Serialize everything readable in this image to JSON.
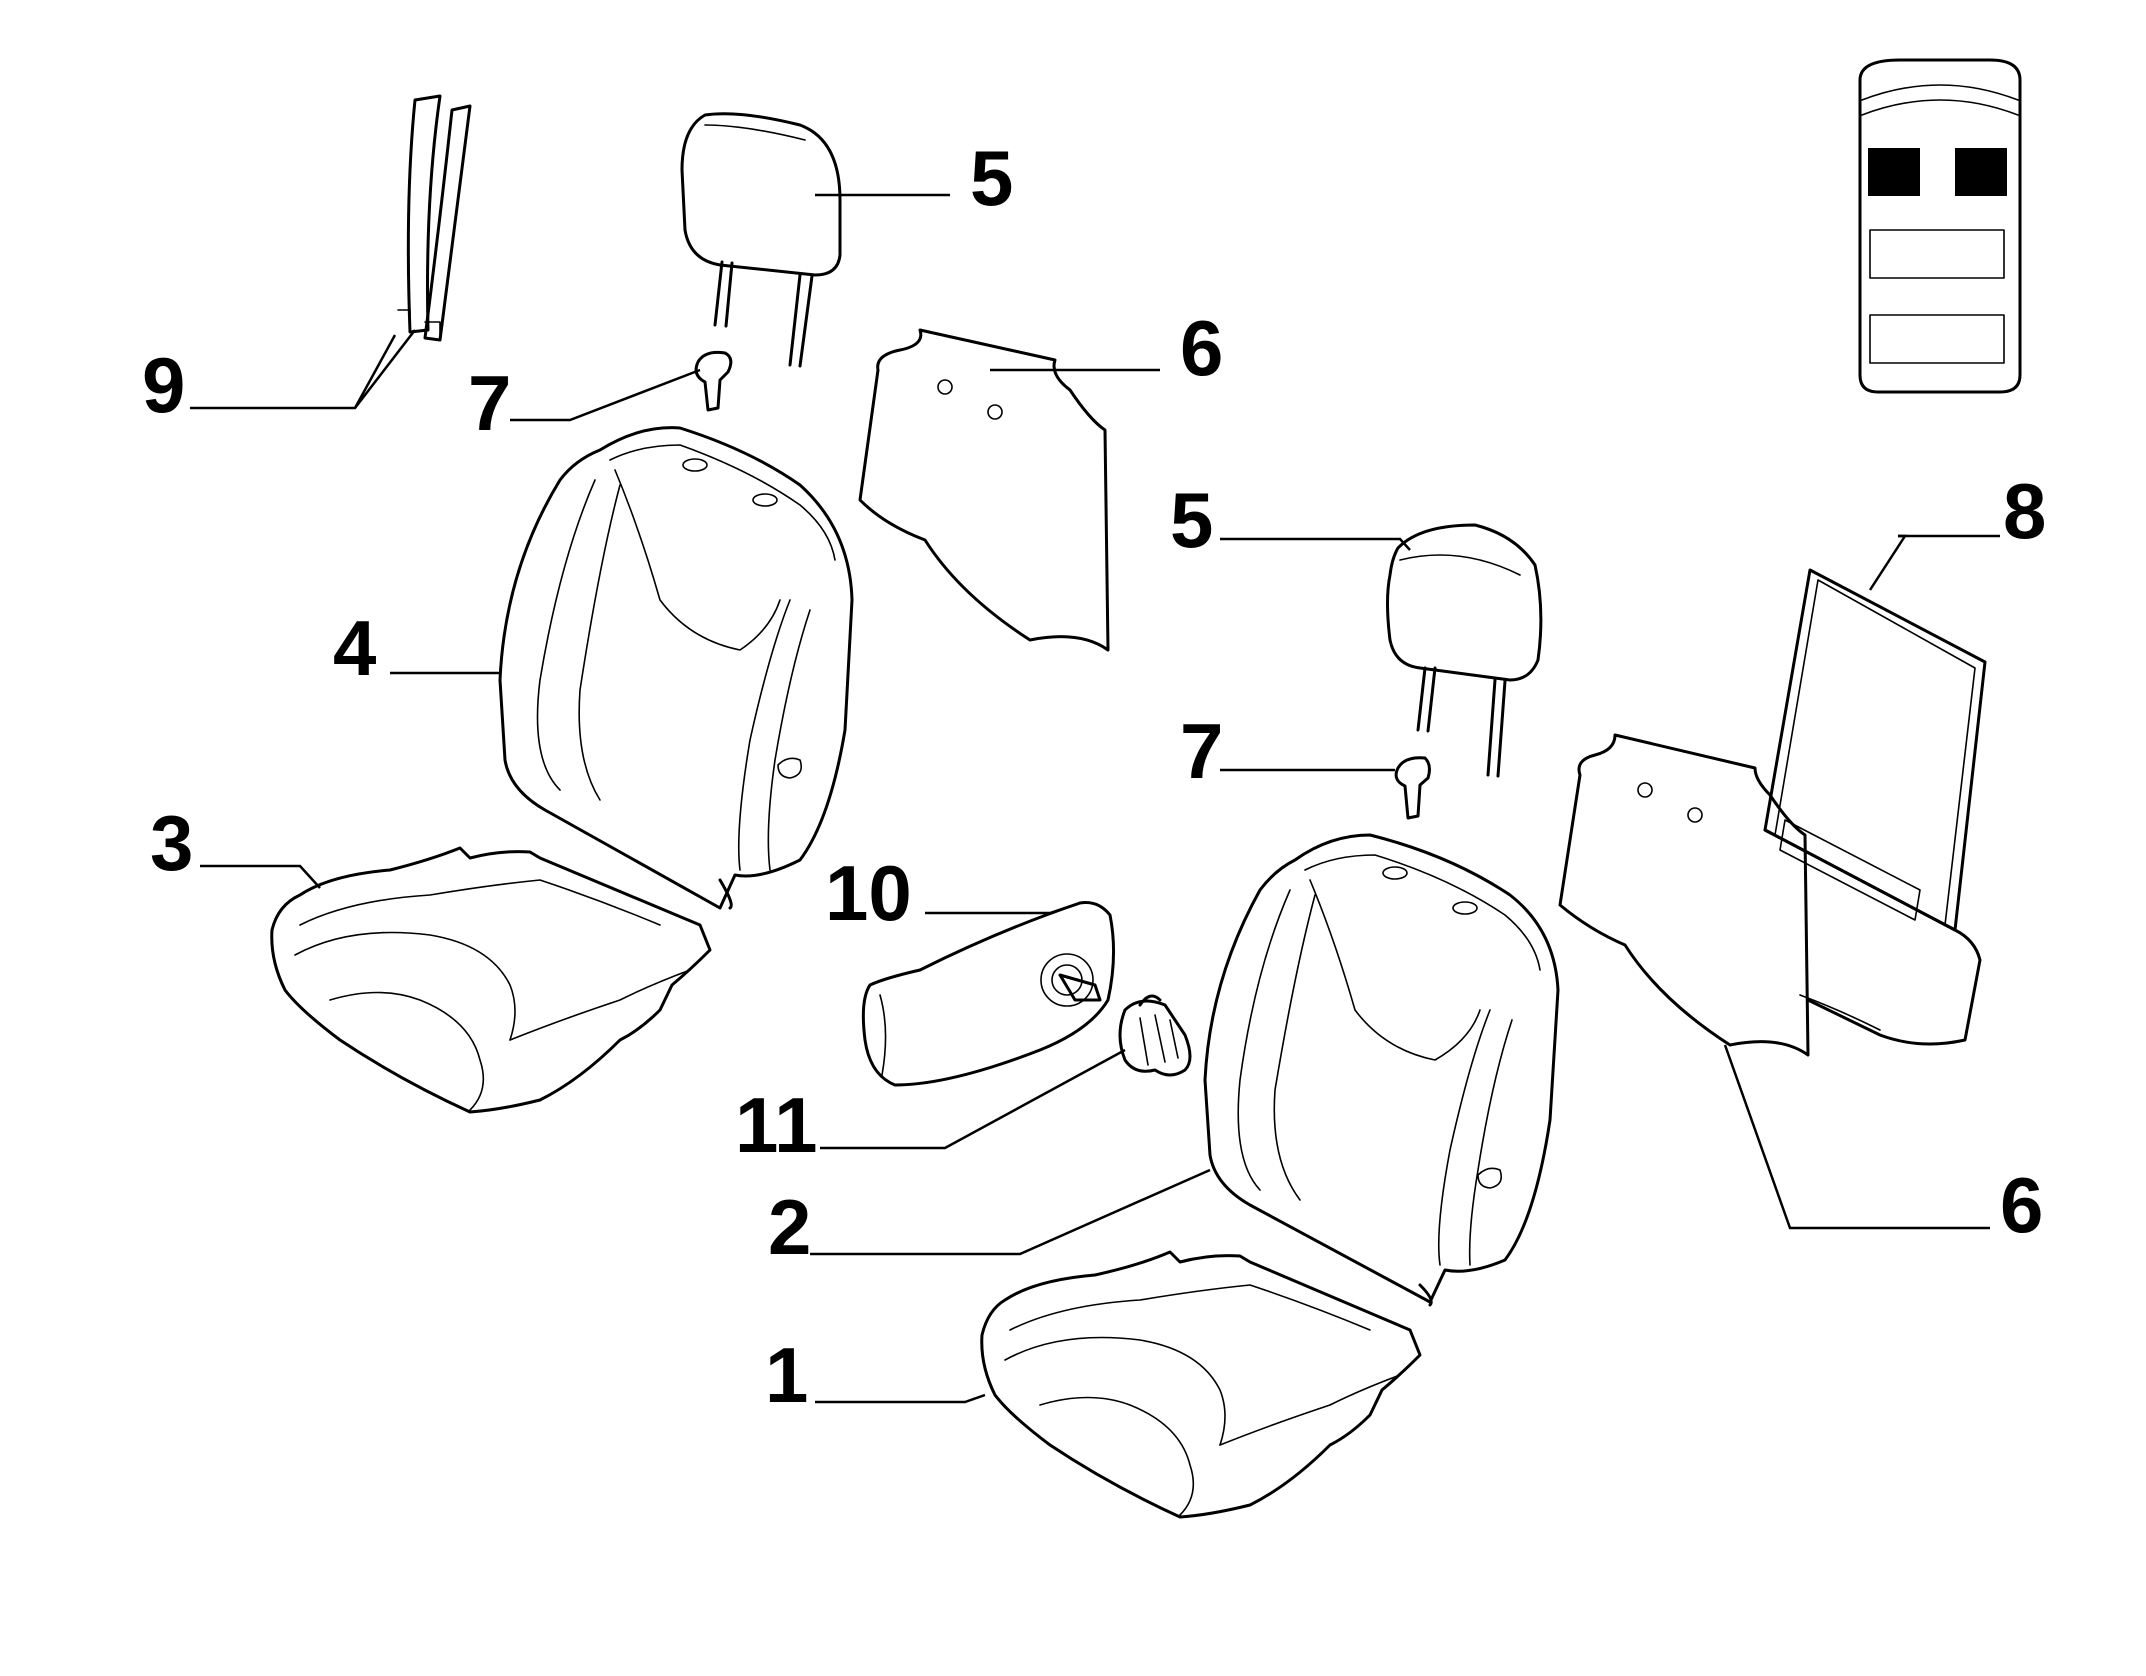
{
  "callouts": [
    {
      "id": "c1",
      "text": "1"
    },
    {
      "id": "c2",
      "text": "2"
    },
    {
      "id": "c3",
      "text": "3"
    },
    {
      "id": "c4",
      "text": "4"
    },
    {
      "id": "c5a",
      "text": "5"
    },
    {
      "id": "c5b",
      "text": "5"
    },
    {
      "id": "c6a",
      "text": "6"
    },
    {
      "id": "c6b",
      "text": "6"
    },
    {
      "id": "c7a",
      "text": "7"
    },
    {
      "id": "c7b",
      "text": "7"
    },
    {
      "id": "c8",
      "text": "8"
    },
    {
      "id": "c9",
      "text": "9"
    },
    {
      "id": "c10",
      "text": "10"
    },
    {
      "id": "c11",
      "text": "11"
    }
  ],
  "legend": {
    "vehicle_icon": "vehicle-top-view-icon",
    "highlighted_row": "front-seats"
  },
  "colors": {
    "line": "#000000",
    "background": "#ffffff",
    "highlight": "#000000"
  }
}
